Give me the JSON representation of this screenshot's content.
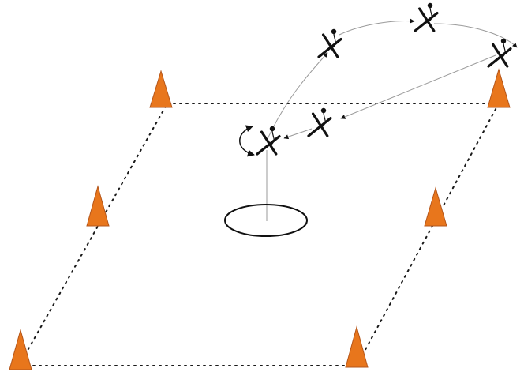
{
  "colors": {
    "background": "#ffffff",
    "cone_fill": "#e8761c",
    "cone_stroke": "#b5561a",
    "boundary": "#1a1a1a",
    "path_line": "#9a9a9a",
    "marker": "#111111"
  },
  "diagram": {
    "cones": [
      "cone-top-left",
      "cone-top-right",
      "cone-mid-left",
      "cone-mid-right",
      "cone-bottom-left",
      "cone-bottom-right"
    ],
    "markers": [
      "x-marker-start",
      "x-marker-upper-left",
      "x-marker-top",
      "x-marker-right",
      "x-marker-middle"
    ],
    "icons": [
      "cone-icon",
      "player-x-icon",
      "arrow-icon",
      "circle-zone-icon"
    ]
  }
}
